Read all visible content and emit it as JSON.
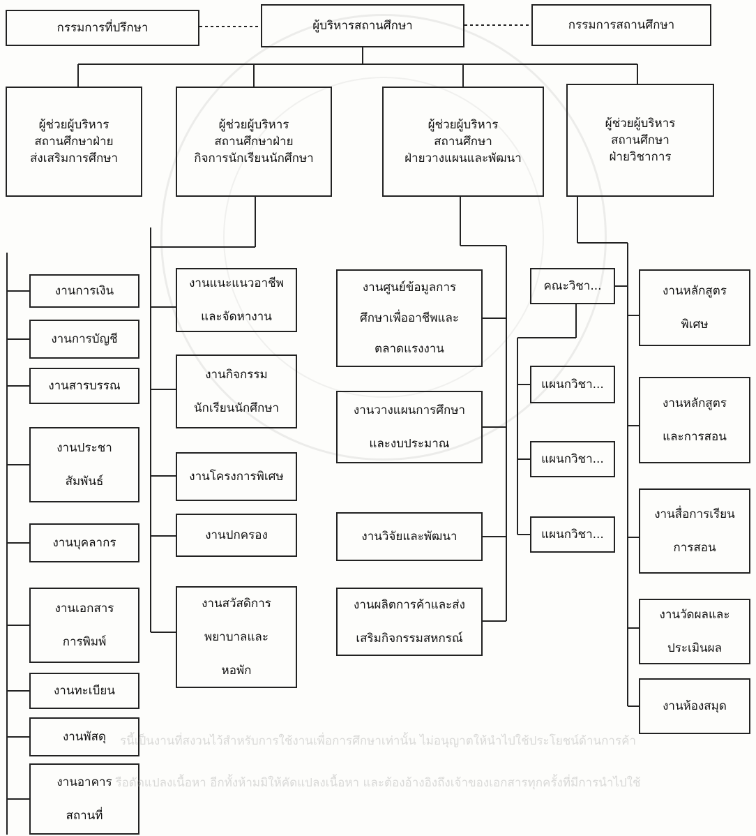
{
  "top": {
    "center": "ผู้บริหารสถานศึกษา",
    "left": "กรรมการที่ปรึกษา",
    "right": "กรรมการสถานศึกษา"
  },
  "assistants": [
    "ผู้ช่วยผู้บริหาร\nสถานศึกษาฝ่าย\nส่งเสริมการศึกษา",
    "ผู้ช่วยผู้บริหาร\nสถานศึกษาฝ่าย\nกิจการนักเรียนนักศึกษา",
    "ผู้ช่วยผู้บริหาร\nสถานศึกษา\nฝ่ายวางแผนและพัฒนา",
    "ผู้ช่วยผู้บริหาร\nสถานศึกษา\nฝ่ายวิชาการ"
  ],
  "col1": [
    "งานการเงิน",
    "งานการบัญชี",
    "งานสารบรรณ",
    "งานประชา\nสัมพันธ์",
    "งานบุคลากร",
    "งานเอกสาร\nการพิมพ์",
    "งานทะเบียน",
    "งานพัสดุ",
    "งานอาคาร\nสถานที่"
  ],
  "col2": [
    "งานแนะแนวอาชีพ\nและจัดหางาน",
    "งานกิจกรรม\nนักเรียนนักศึกษา",
    "งานโครงการพิเศษ",
    "งานปกครอง",
    "งานสวัสดิการ\nพยาบาลและ\nหอพัก"
  ],
  "col3": [
    "งานศูนย์ข้อมูลการ\nศึกษาเพื่ออาชีพและ\nตลาดแรงงาน",
    "งานวางแผนการศึกษา\nและงบประมาณ",
    "งานวิจัยและพัฒนา",
    "งานผลิตการค้าและส่ง\nเสริมกิจกรรมสหกรณ์"
  ],
  "col4": [
    "คณะวิชา...",
    "แผนกวิชา...",
    "แผนกวิชา...",
    "แผนกวิชา..."
  ],
  "col5": [
    "งานหลักสูตร\nพิเศษ",
    "งานหลักสูตร\nและการสอน",
    "งานสื่อการเรียน\nการสอน",
    "งานวัดผลและ\nประเมินผล",
    "งานห้องสมุด"
  ],
  "watermark": {
    "line1": "รนี้เป็นงานที่สงวนไว้สำหรับการใช้งานเพื่อการศึกษาเท่านั้น ไม่อนุญาตให้นำไปใช้ประโยชน์ด้านการค้า",
    "line2": "รือดัดแปลงเนื้อหา อีกทั้งห้ามมิให้คัดแปลงเนื้อหา และต้องอ้างอิงถึงเจ้าของเอกสารทุกครั้งที่มีการนำไปใช้"
  }
}
